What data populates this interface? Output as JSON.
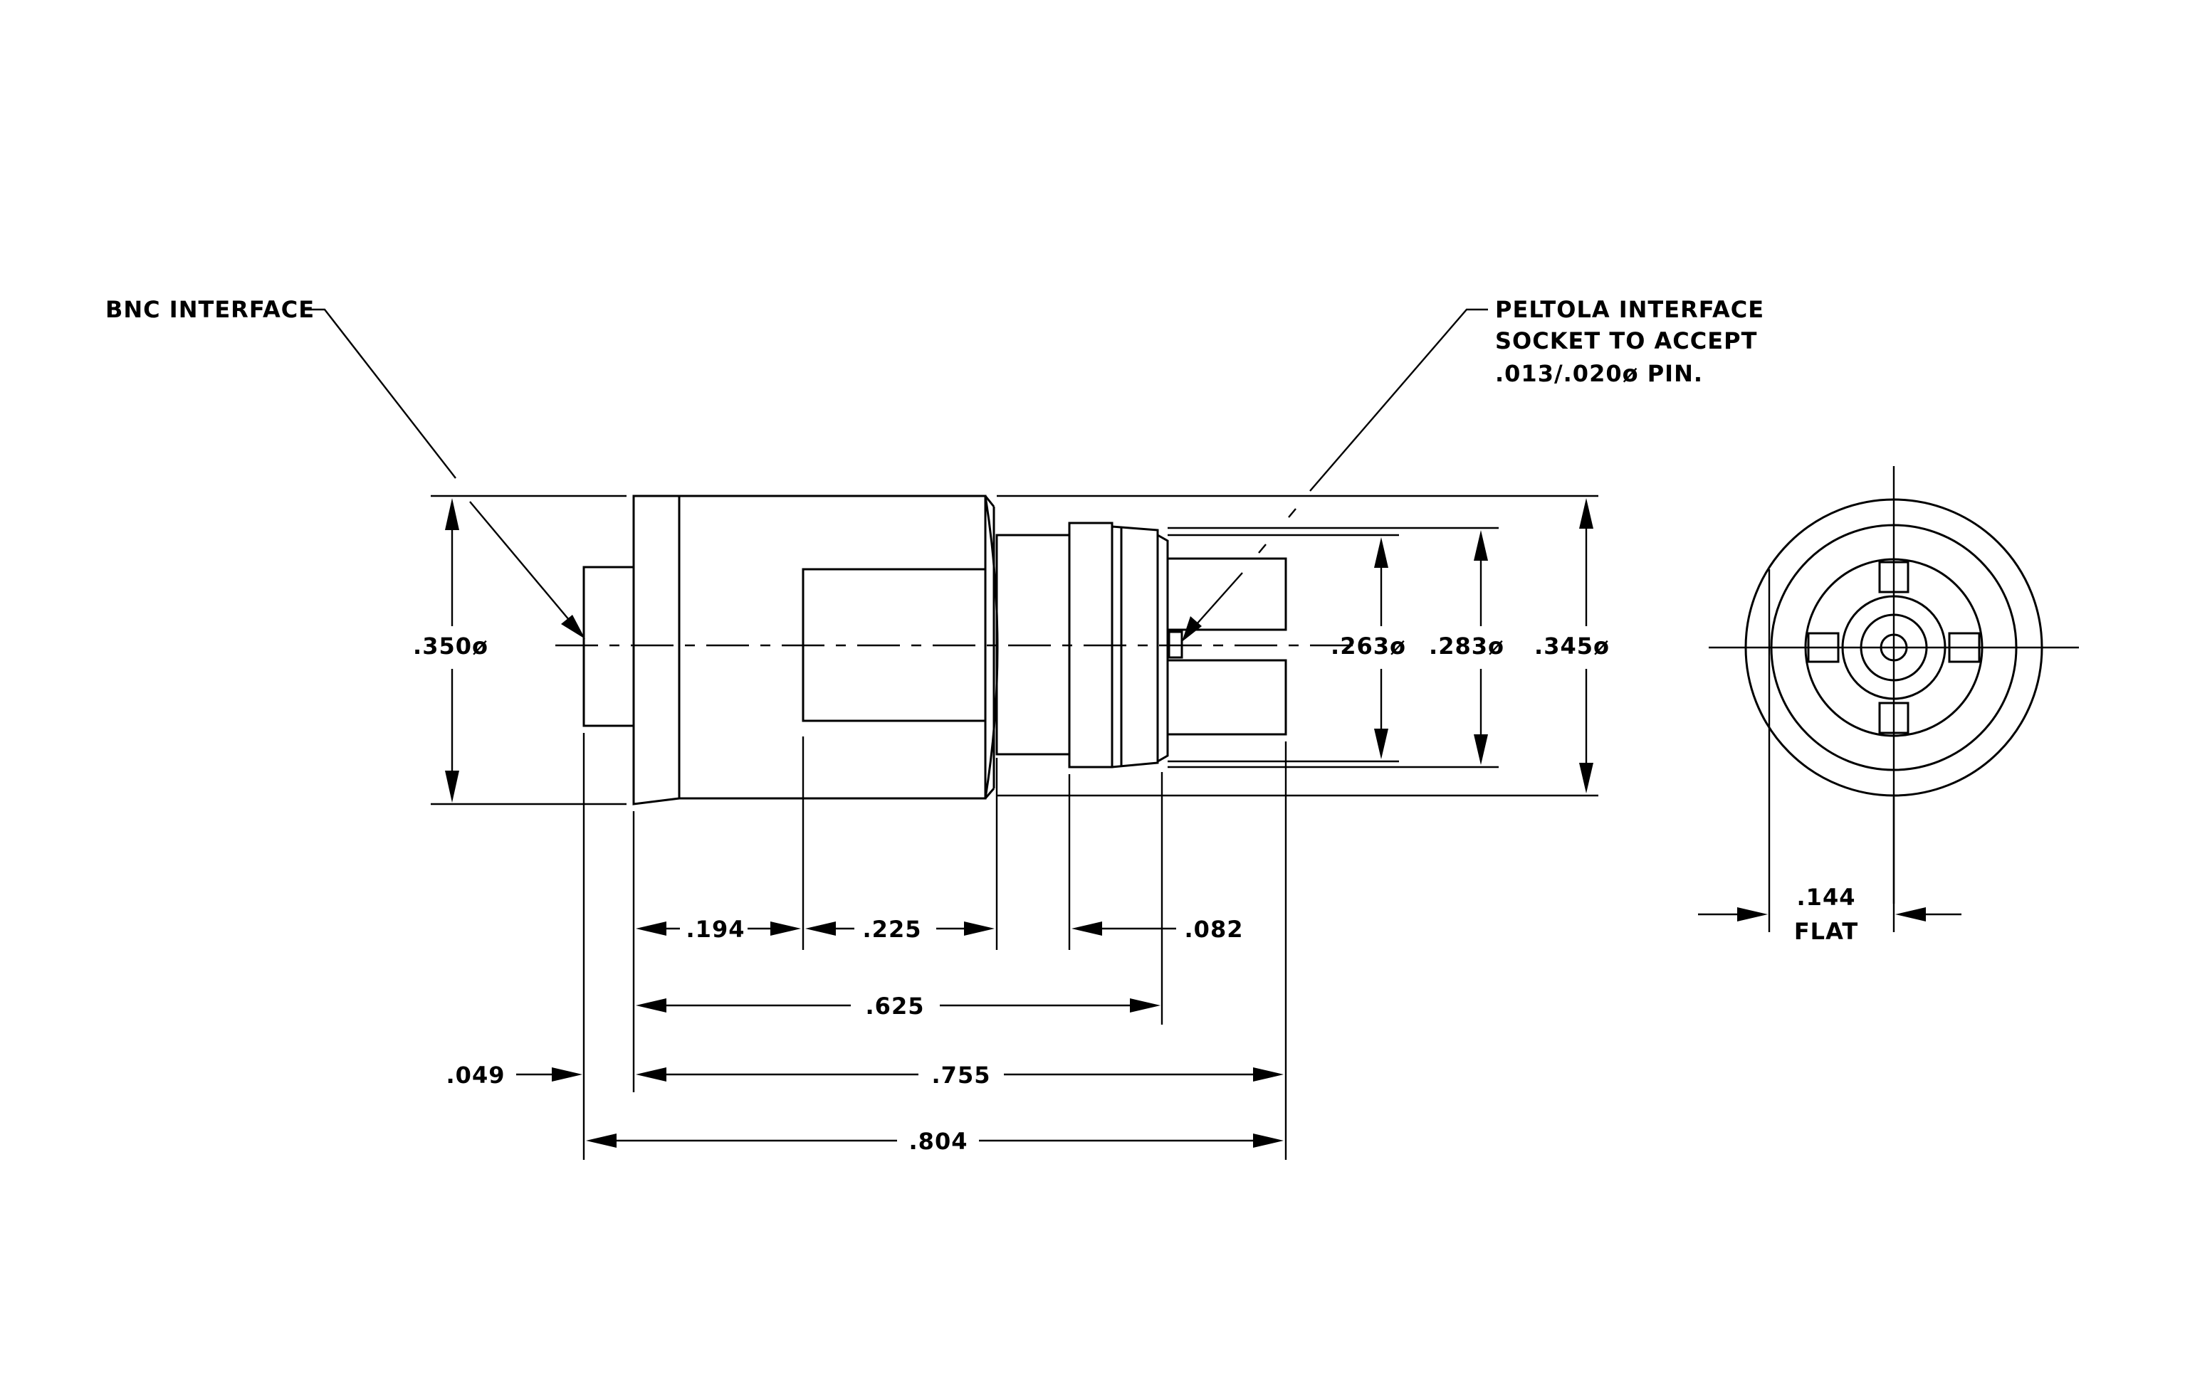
{
  "callouts": {
    "bnc": "BNC INTERFACE",
    "peltola": [
      "PELTOLA INTERFACE",
      "SOCKET TO ACCEPT",
      ".013/.020ø PIN."
    ]
  },
  "dimensions": {
    "d350": ".350ø",
    "d263": ".263ø",
    "d283": ".283ø",
    "d345": ".345ø",
    "l194": ".194",
    "l225": ".225",
    "l082": ".082",
    "l625": ".625",
    "l049": ".049",
    "l755": ".755",
    "l804": ".804",
    "flat_value": ".144",
    "flat_label": "FLAT"
  },
  "icons": {
    "arrowhead": "arrowhead-icon",
    "center_cross": "center-cross-icon"
  }
}
